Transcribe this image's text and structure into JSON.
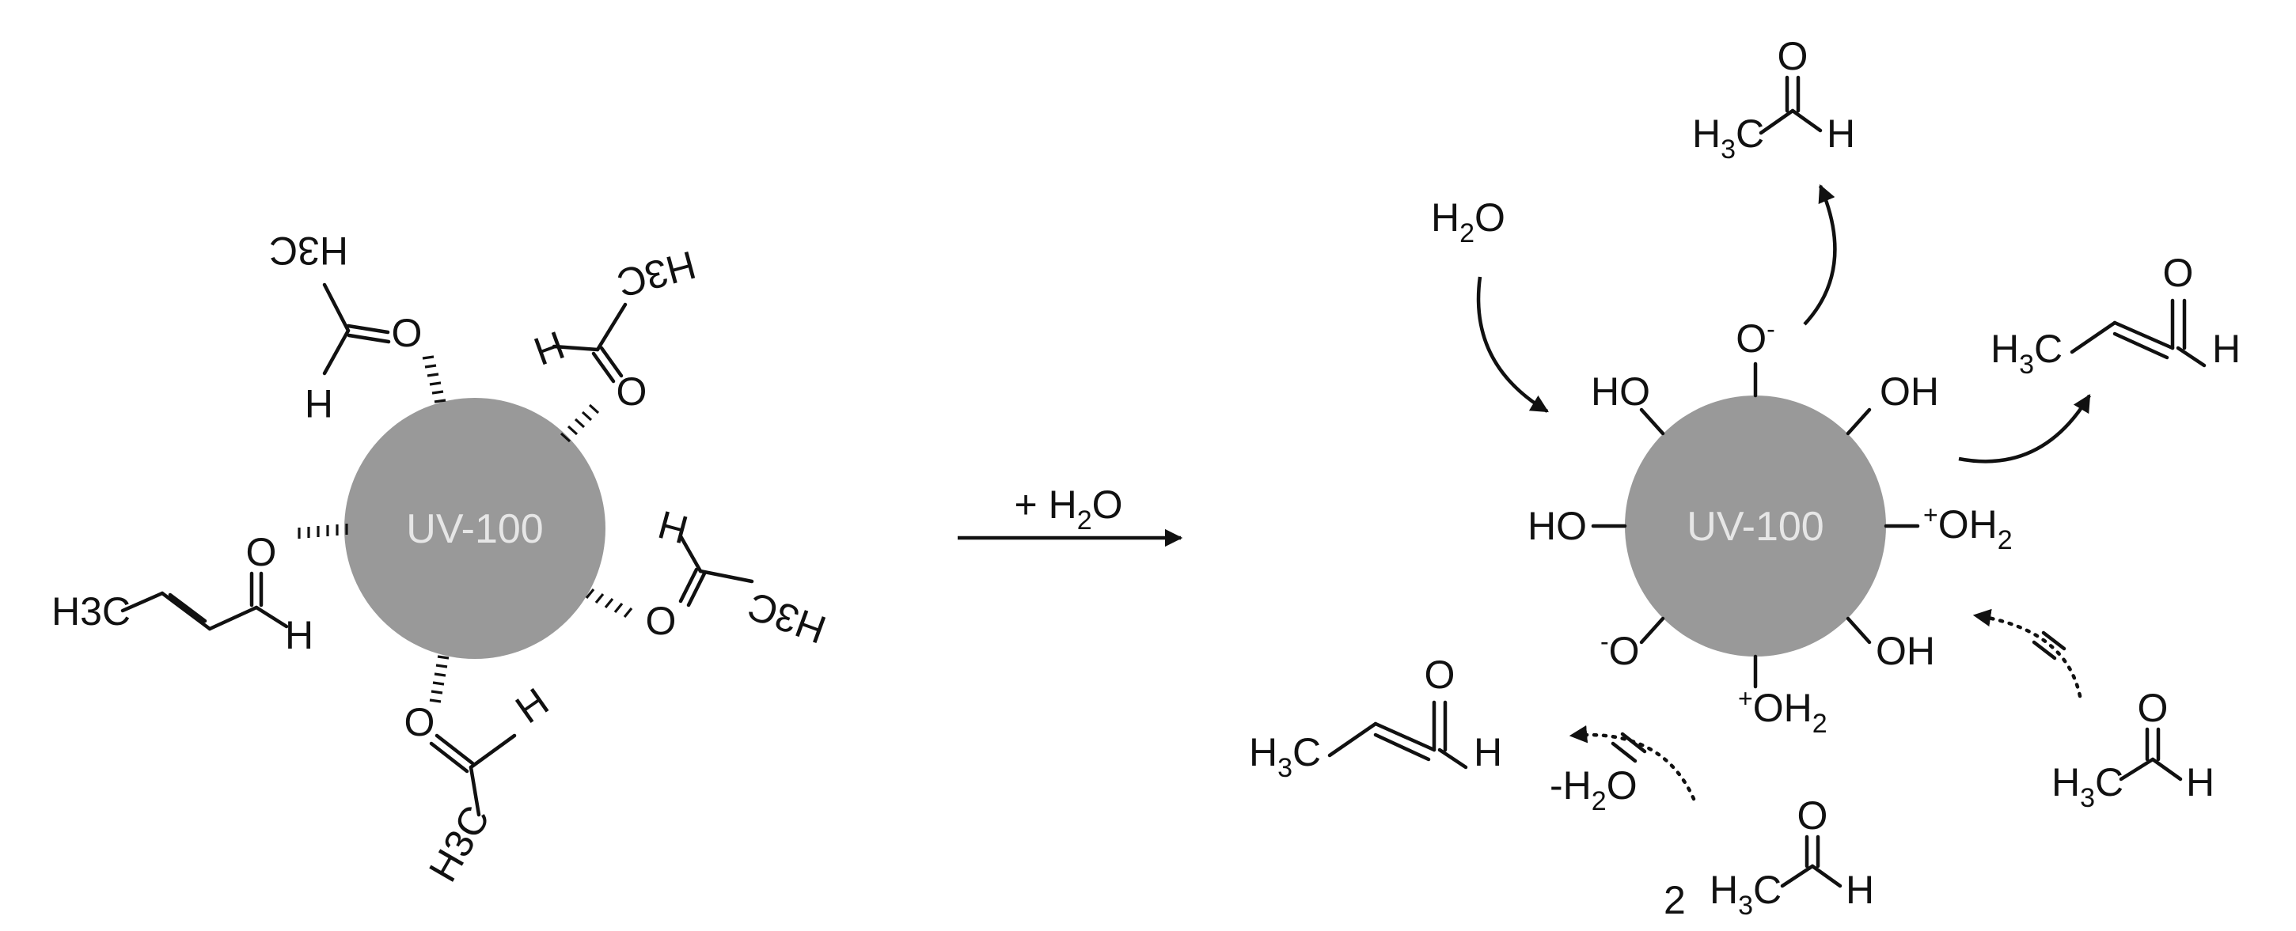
{
  "figure": {
    "particle_label": "UV-100",
    "arrow_label": "+ H2O",
    "water_in": "H2O",
    "water_out": "-H2O",
    "acetaldehyde_multiplier": "2",
    "atoms": {
      "O": "O",
      "H": "H",
      "CH3": "H3C",
      "OH": "OH",
      "HO": "HO"
    }
  }
}
